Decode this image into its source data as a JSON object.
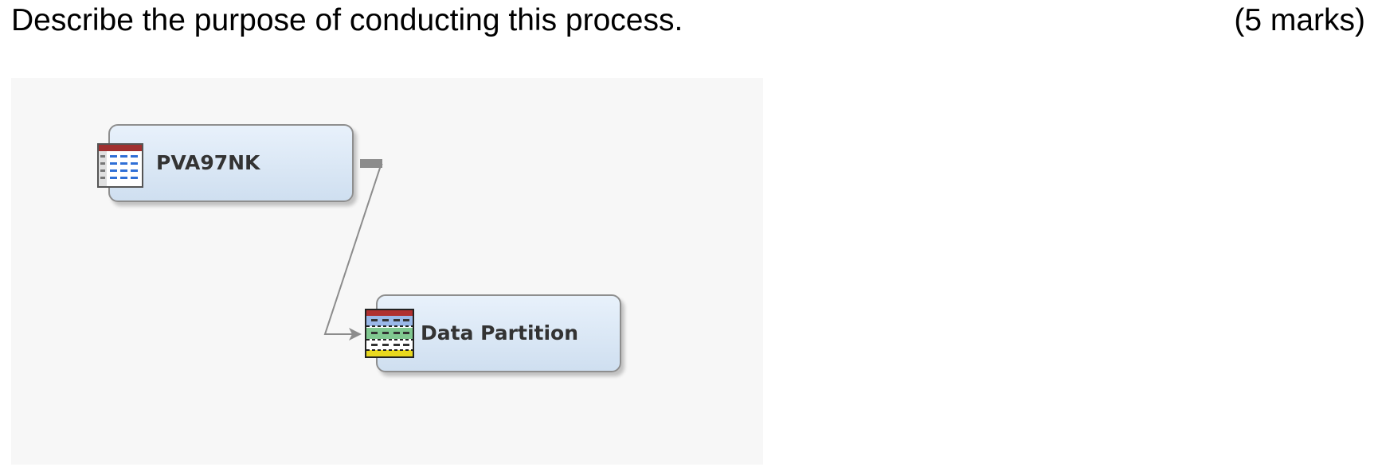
{
  "question": {
    "prompt": "Describe the purpose of conducting this process.",
    "marks": "(5 marks)"
  },
  "diagram": {
    "nodes": [
      {
        "id": "pva97nk",
        "label": "PVA97NK",
        "icon": "data-source-table-icon"
      },
      {
        "id": "data-partition",
        "label": "Data Partition",
        "icon": "data-partition-icon"
      }
    ],
    "edges": [
      {
        "from": "pva97nk",
        "to": "data-partition"
      }
    ],
    "colors": {
      "canvas": "#f7f7f7",
      "node_fill_top": "#e8f1fb",
      "node_fill_bottom": "#cfdff0",
      "node_border": "#8e8e8e",
      "connector": "#8c8c8c"
    }
  }
}
